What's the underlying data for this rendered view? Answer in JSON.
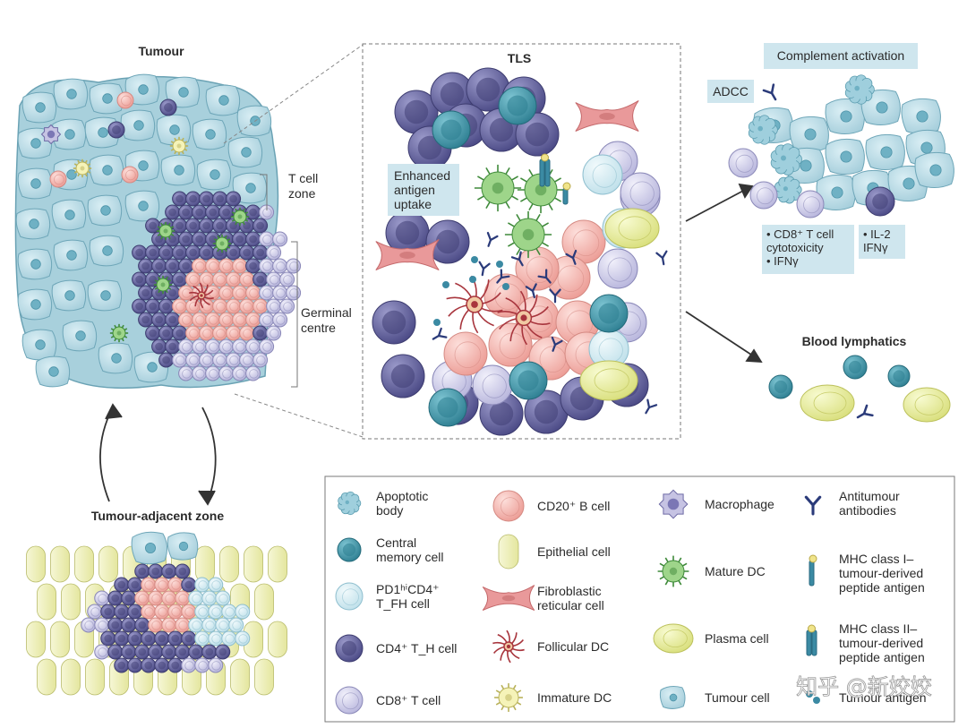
{
  "panels": {
    "tumour_title": "Tumour",
    "t_cell_zone": [
      "T cell",
      "zone"
    ],
    "germinal_centre": [
      "Germinal",
      "centre"
    ],
    "adjacent_title": "Tumour-adjacent zone",
    "tls_title": "TLS",
    "enhanced": [
      "Enhanced",
      "antigen",
      "uptake"
    ],
    "complement": "Complement activation",
    "adcc": "ADCC",
    "cd8_box": [
      "• CD8⁺ T cell",
      "  cytotoxicity",
      "• IFNγ"
    ],
    "il2_box": [
      "• IL-2",
      "  IFNγ"
    ],
    "blood_lymphatics": "Blood lymphatics"
  },
  "legend": [
    {
      "label": [
        "Apoptotic",
        "body"
      ],
      "icon": "apoptotic-body-icon"
    },
    {
      "label": [
        "Central",
        "memory cell"
      ],
      "icon": "central-memory-cell-icon"
    },
    {
      "label": [
        "PD1ʰⁱCD4⁺",
        "T_FH cell"
      ],
      "icon": "tfh-cell-icon"
    },
    {
      "label": [
        "CD4⁺ T_H cell"
      ],
      "icon": "cd4-th-cell-icon"
    },
    {
      "label": [
        "CD8⁺ T cell"
      ],
      "icon": "cd8-t-cell-icon"
    },
    {
      "label": [
        "CD20⁺ B cell"
      ],
      "icon": "cd20-b-cell-icon"
    },
    {
      "label": [
        "Epithelial cell"
      ],
      "icon": "epithelial-cell-icon"
    },
    {
      "label": [
        "Fibroblastic",
        "reticular cell"
      ],
      "icon": "fibroblastic-reticular-cell-icon"
    },
    {
      "label": [
        "Follicular DC"
      ],
      "icon": "follicular-dc-icon"
    },
    {
      "label": [
        "Immature DC"
      ],
      "icon": "immature-dc-icon"
    },
    {
      "label": [
        "Macrophage"
      ],
      "icon": "macrophage-icon"
    },
    {
      "label": [
        "Mature DC"
      ],
      "icon": "mature-dc-icon"
    },
    {
      "label": [
        "Plasma cell"
      ],
      "icon": "plasma-cell-icon"
    },
    {
      "label": [
        "Tumour cell"
      ],
      "icon": "tumour-cell-icon"
    },
    {
      "label": [
        "Antitumour",
        "antibodies"
      ],
      "icon": "antibody-icon"
    },
    {
      "label": [
        "MHC class I–",
        "tumour-derived",
        "peptide antigen"
      ],
      "icon": "mhc-class-1-icon"
    },
    {
      "label": [
        "MHC class II–",
        "tumour-derived",
        "peptide antigen"
      ],
      "icon": "mhc-class-2-icon"
    },
    {
      "label": [
        "Tumour antigen"
      ],
      "icon": "tumour-antigen-icon"
    }
  ],
  "watermark": "知乎 @新姣姣",
  "colors": {
    "tumour_cell": "#b9dbe6",
    "cd4_th": "#5e5d96",
    "cd8": "#c9c8e6",
    "b_cell": "#f3b3ad",
    "central_memory": "#3f95a6",
    "mature_dc": "#8ccf7a",
    "plasma": "#e7ec9c",
    "epithelial": "#f1f2c4",
    "frc": "#e5898a",
    "follicular_dc": "#a8353d",
    "antibody": "#2b3b7a",
    "legend_border": "#7a7a7a"
  }
}
